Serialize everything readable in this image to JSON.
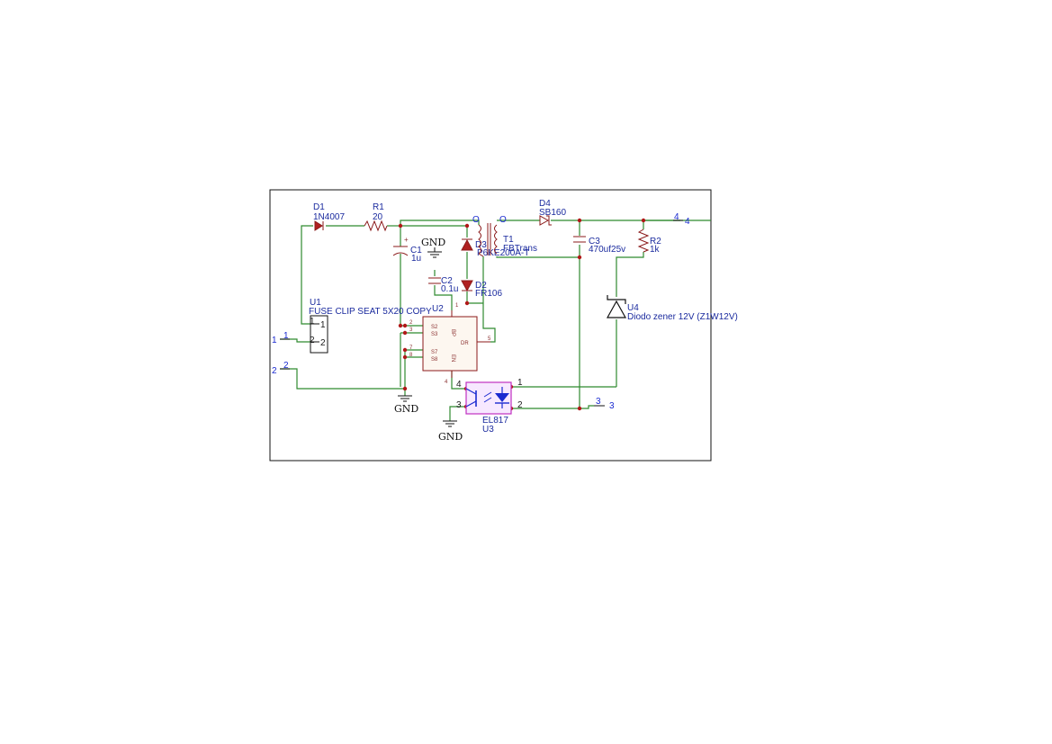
{
  "components": {
    "D1": {
      "ref": "D1",
      "value": "1N4007"
    },
    "R1": {
      "ref": "R1",
      "value": "20"
    },
    "C1": {
      "ref": "C1",
      "value": "1u"
    },
    "C2": {
      "ref": "C2",
      "value": "0.1u"
    },
    "D3": {
      "ref": "D3",
      "value": "P6KE200A-T"
    },
    "D2": {
      "ref": "D2",
      "value": "FR106"
    },
    "T1": {
      "ref": "T1",
      "value": "FBTrans"
    },
    "D4": {
      "ref": "D4",
      "value": "SB160"
    },
    "C3": {
      "ref": "C3",
      "value": "470uf25v"
    },
    "R2": {
      "ref": "R2",
      "value": "1k"
    },
    "U1": {
      "ref": "U1",
      "value": "FUSE CLIP SEAT 5X20 COPY",
      "pins": [
        "1",
        "2"
      ]
    },
    "U2": {
      "ref": "U2",
      "pins": [
        "S2",
        "S3",
        "S7",
        "S8",
        "BP",
        "EN",
        "DR"
      ],
      "pin_numbers": [
        "2",
        "3",
        "7",
        "8",
        "1",
        "4",
        "5"
      ]
    },
    "U3": {
      "ref": "U3",
      "value": "EL817",
      "pins": [
        "1",
        "2",
        "3",
        "4"
      ]
    },
    "U4": {
      "ref": "U4",
      "value": "Diodo zener 12V (Z1W12V)"
    }
  },
  "nets": {
    "n1": "1",
    "n2": "2",
    "n3": "3",
    "n4": "4",
    "gnd_top": "GND",
    "gnd_mid": "GND",
    "gnd_bottom": "GND"
  },
  "transformer_marks": [
    "O",
    "O"
  ],
  "colors": {
    "wire": "#2f8a2f",
    "component": "#8b1a1a",
    "label": "#1a2a9e",
    "net": "#1a2ad0",
    "optocoupler": "#c030c0",
    "frame": "#111111"
  }
}
